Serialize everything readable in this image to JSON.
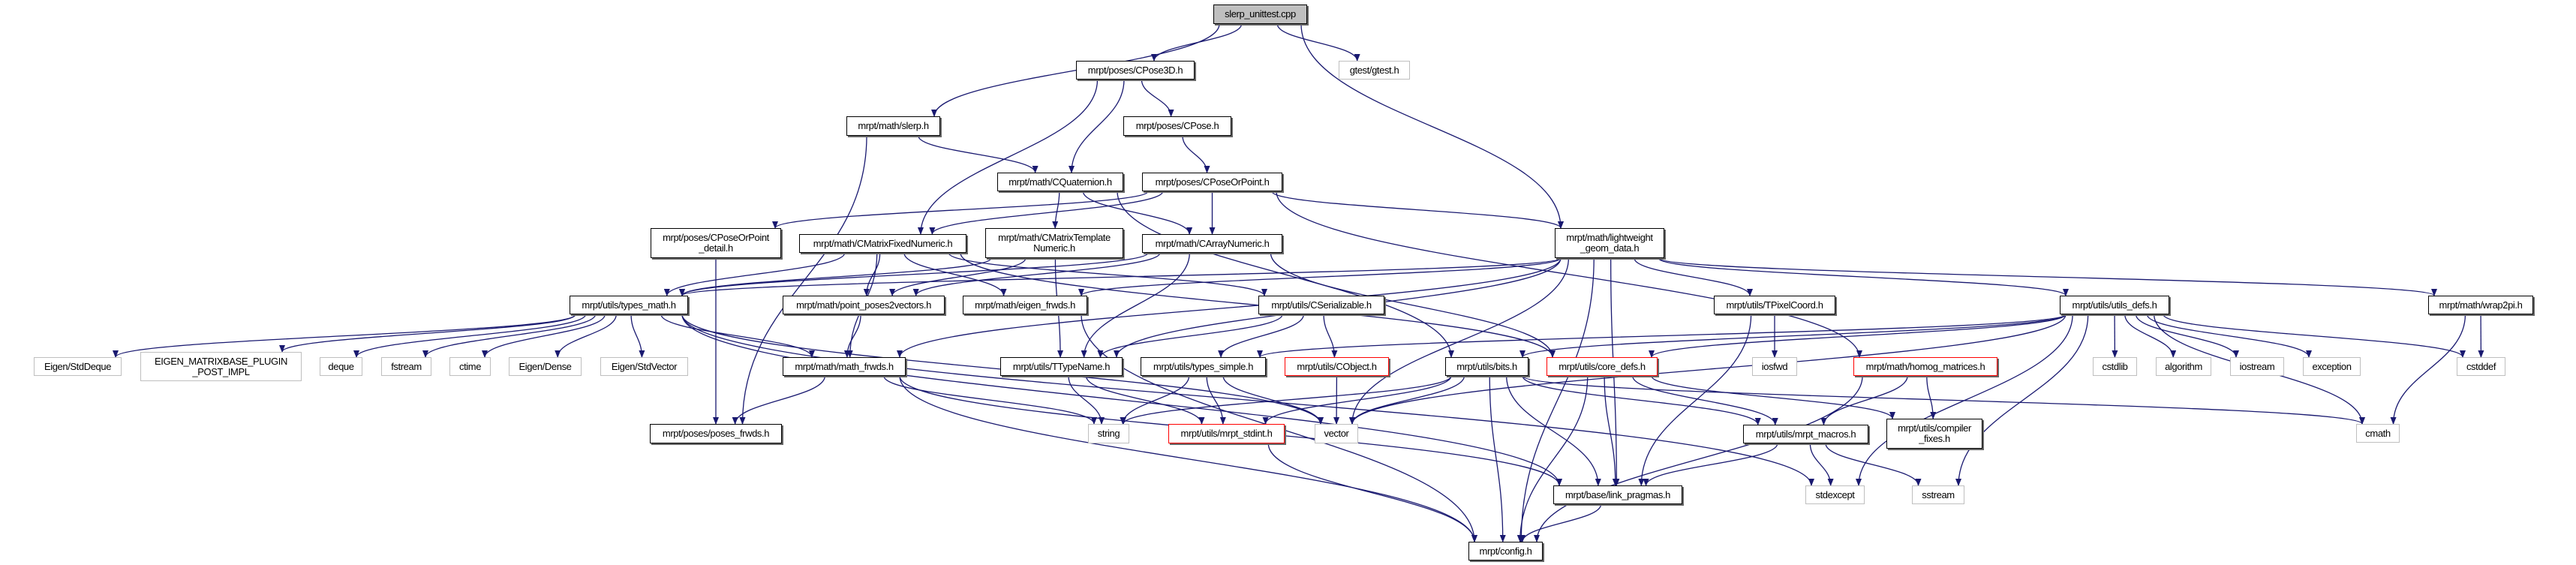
{
  "title": "slerp_unittest.cpp include dependency graph",
  "colors": {
    "edge": "#191970",
    "root_fill": "#bfbfbf",
    "external_border": "#bfbfbf",
    "missing_border": "#ff0000"
  },
  "nodes": [
    {
      "id": "root",
      "label": "slerp_unittest.cpp",
      "kind": "root"
    },
    {
      "id": "cpose3d",
      "label": "mrpt/poses/CPose3D.h",
      "kind": "normal"
    },
    {
      "id": "gtest",
      "label": "gtest/gtest.h",
      "kind": "external"
    },
    {
      "id": "slerp",
      "label": "mrpt/math/slerp.h",
      "kind": "normal"
    },
    {
      "id": "cpose",
      "label": "mrpt/poses/CPose.h",
      "kind": "normal"
    },
    {
      "id": "cquat",
      "label": "mrpt/math/CQuaternion.h",
      "kind": "normal"
    },
    {
      "id": "cposeorpoint",
      "label": "mrpt/poses/CPoseOrPoint.h",
      "kind": "normal"
    },
    {
      "id": "cpopdetail",
      "label": "mrpt/poses/CPoseOrPoint\n_detail.h",
      "kind": "normal"
    },
    {
      "id": "cmfixed",
      "label": "mrpt/math/CMatrixFixedNumeric.h",
      "kind": "normal"
    },
    {
      "id": "cmtemplate",
      "label": "mrpt/math/CMatrixTemplate\nNumeric.h",
      "kind": "normal"
    },
    {
      "id": "carray",
      "label": "mrpt/math/CArrayNumeric.h",
      "kind": "normal"
    },
    {
      "id": "lwgeom",
      "label": "mrpt/math/lightweight\n_geom_data.h",
      "kind": "normal"
    },
    {
      "id": "typesmath",
      "label": "mrpt/utils/types_math.h",
      "kind": "normal"
    },
    {
      "id": "pp2v",
      "label": "mrpt/math/point_poses2vectors.h",
      "kind": "normal"
    },
    {
      "id": "eigenfrwds",
      "label": "mrpt/math/eigen_frwds.h",
      "kind": "normal"
    },
    {
      "id": "cserial",
      "label": "mrpt/utils/CSerializable.h",
      "kind": "normal"
    },
    {
      "id": "tpixel",
      "label": "mrpt/utils/TPixelCoord.h",
      "kind": "normal"
    },
    {
      "id": "utilsdefs",
      "label": "mrpt/utils/utils_defs.h",
      "kind": "normal"
    },
    {
      "id": "wrap2pi",
      "label": "mrpt/math/wrap2pi.h",
      "kind": "normal"
    },
    {
      "id": "stddeque",
      "label": "Eigen/StdDeque",
      "kind": "external"
    },
    {
      "id": "eigenplugin",
      "label": "EIGEN_MATRIXBASE_PLUGIN\n_POST_IMPL",
      "kind": "external"
    },
    {
      "id": "deque",
      "label": "deque",
      "kind": "external"
    },
    {
      "id": "fstream",
      "label": "fstream",
      "kind": "external"
    },
    {
      "id": "ctime",
      "label": "ctime",
      "kind": "external"
    },
    {
      "id": "eigendense",
      "label": "Eigen/Dense",
      "kind": "external"
    },
    {
      "id": "stdvector",
      "label": "Eigen/StdVector",
      "kind": "external"
    },
    {
      "id": "mathfrwds",
      "label": "mrpt/math/math_frwds.h",
      "kind": "normal"
    },
    {
      "id": "ttypename",
      "label": "mrpt/utils/TTypeName.h",
      "kind": "normal"
    },
    {
      "id": "typessimple",
      "label": "mrpt/utils/types_simple.h",
      "kind": "normal"
    },
    {
      "id": "cobject",
      "label": "mrpt/utils/CObject.h",
      "kind": "missing"
    },
    {
      "id": "bits",
      "label": "mrpt/utils/bits.h",
      "kind": "normal"
    },
    {
      "id": "coredefs",
      "label": "mrpt/utils/core_defs.h",
      "kind": "missing"
    },
    {
      "id": "iosfwd",
      "label": "iosfwd",
      "kind": "external"
    },
    {
      "id": "homog",
      "label": "mrpt/math/homog_matrices.h",
      "kind": "missing"
    },
    {
      "id": "cstdlib",
      "label": "cstdlib",
      "kind": "external"
    },
    {
      "id": "algorithm",
      "label": "algorithm",
      "kind": "external"
    },
    {
      "id": "iostream",
      "label": "iostream",
      "kind": "external"
    },
    {
      "id": "exception",
      "label": "exception",
      "kind": "external"
    },
    {
      "id": "cstddef",
      "label": "cstddef",
      "kind": "external"
    },
    {
      "id": "posesfrwds",
      "label": "mrpt/poses/poses_frwds.h",
      "kind": "normal"
    },
    {
      "id": "string",
      "label": "string",
      "kind": "external"
    },
    {
      "id": "stdint",
      "label": "mrpt/utils/mrpt_stdint.h",
      "kind": "missing"
    },
    {
      "id": "vector",
      "label": "vector",
      "kind": "external"
    },
    {
      "id": "macros",
      "label": "mrpt/utils/mrpt_macros.h",
      "kind": "normal"
    },
    {
      "id": "compfixes",
      "label": "mrpt/utils/compiler\n_fixes.h",
      "kind": "normal"
    },
    {
      "id": "cmath",
      "label": "cmath",
      "kind": "external"
    },
    {
      "id": "linkpragmas",
      "label": "mrpt/base/link_pragmas.h",
      "kind": "normal"
    },
    {
      "id": "stdexcept",
      "label": "stdexcept",
      "kind": "external"
    },
    {
      "id": "sstream",
      "label": "sstream",
      "kind": "external"
    },
    {
      "id": "config",
      "label": "mrpt/config.h",
      "kind": "normal"
    }
  ],
  "edges": [
    [
      "root",
      "slerp"
    ],
    [
      "root",
      "cpose3d"
    ],
    [
      "root",
      "gtest"
    ],
    [
      "root",
      "lwgeom"
    ],
    [
      "slerp",
      "cquat"
    ],
    [
      "slerp",
      "posesfrwds"
    ],
    [
      "cpose3d",
      "cpose"
    ],
    [
      "cpose3d",
      "cquat"
    ],
    [
      "cpose3d",
      "cmfixed"
    ],
    [
      "cpose",
      "cposeorpoint"
    ],
    [
      "cquat",
      "cmtemplate"
    ],
    [
      "cquat",
      "carray"
    ],
    [
      "cquat",
      "bits"
    ],
    [
      "cposeorpoint",
      "cpopdetail"
    ],
    [
      "cposeorpoint",
      "cmfixed"
    ],
    [
      "cposeorpoint",
      "carray"
    ],
    [
      "cposeorpoint",
      "lwgeom"
    ],
    [
      "cposeorpoint",
      "homog"
    ],
    [
      "cpopdetail",
      "posesfrwds"
    ],
    [
      "cmfixed",
      "typesmath"
    ],
    [
      "cmfixed",
      "mathfrwds"
    ],
    [
      "cmfixed",
      "pp2v"
    ],
    [
      "cmfixed",
      "eigenfrwds"
    ],
    [
      "cmfixed",
      "cserial"
    ],
    [
      "cmfixed",
      "coredefs"
    ],
    [
      "cmtemplate",
      "typesmath"
    ],
    [
      "cmtemplate",
      "pp2v"
    ],
    [
      "cmtemplate",
      "ttypename"
    ],
    [
      "carray",
      "typesmath"
    ],
    [
      "carray",
      "pp2v"
    ],
    [
      "carray",
      "ttypename"
    ],
    [
      "carray",
      "coredefs"
    ],
    [
      "lwgeom",
      "typesmath"
    ],
    [
      "lwgeom",
      "eigenfrwds"
    ],
    [
      "lwgeom",
      "ttypename"
    ],
    [
      "lwgeom",
      "mathfrwds"
    ],
    [
      "lwgeom",
      "vector"
    ],
    [
      "lwgeom",
      "linkpragmas"
    ],
    [
      "lwgeom",
      "tpixel"
    ],
    [
      "lwgeom",
      "utilsdefs"
    ],
    [
      "lwgeom",
      "wrap2pi"
    ],
    [
      "lwgeom",
      "config"
    ],
    [
      "typesmath",
      "stddeque"
    ],
    [
      "typesmath",
      "eigenplugin"
    ],
    [
      "typesmath",
      "deque"
    ],
    [
      "typesmath",
      "fstream"
    ],
    [
      "typesmath",
      "ctime"
    ],
    [
      "typesmath",
      "eigendense"
    ],
    [
      "typesmath",
      "stdvector"
    ],
    [
      "typesmath",
      "mathfrwds"
    ],
    [
      "typesmath",
      "vector"
    ],
    [
      "typesmath",
      "stdexcept"
    ],
    [
      "typesmath",
      "linkpragmas"
    ],
    [
      "pp2v",
      "mathfrwds"
    ],
    [
      "eigenfrwds",
      "config"
    ],
    [
      "cserial",
      "ttypename"
    ],
    [
      "cserial",
      "typessimple"
    ],
    [
      "cserial",
      "cobject"
    ],
    [
      "mathfrwds",
      "posesfrwds"
    ],
    [
      "mathfrwds",
      "string"
    ],
    [
      "mathfrwds",
      "linkpragmas"
    ],
    [
      "mathfrwds",
      "config"
    ],
    [
      "ttypename",
      "string"
    ],
    [
      "ttypename",
      "stdint"
    ],
    [
      "typessimple",
      "string"
    ],
    [
      "typessimple",
      "stdint"
    ],
    [
      "typessimple",
      "vector"
    ],
    [
      "cobject",
      "vector"
    ],
    [
      "bits",
      "string"
    ],
    [
      "bits",
      "stdint"
    ],
    [
      "bits",
      "vector"
    ],
    [
      "bits",
      "linkpragmas"
    ],
    [
      "bits",
      "config"
    ],
    [
      "bits",
      "macros"
    ],
    [
      "bits",
      "cmath"
    ],
    [
      "coredefs",
      "config"
    ],
    [
      "coredefs",
      "linkpragmas"
    ],
    [
      "coredefs",
      "macros"
    ],
    [
      "coredefs",
      "compfixes"
    ],
    [
      "tpixel",
      "iosfwd"
    ],
    [
      "tpixel",
      "linkpragmas"
    ],
    [
      "utilsdefs",
      "cstdlib"
    ],
    [
      "utilsdefs",
      "algorithm"
    ],
    [
      "utilsdefs",
      "iostream"
    ],
    [
      "utilsdefs",
      "exception"
    ],
    [
      "utilsdefs",
      "cstddef"
    ],
    [
      "utilsdefs",
      "cmath"
    ],
    [
      "utilsdefs",
      "stdexcept"
    ],
    [
      "utilsdefs",
      "sstream"
    ],
    [
      "utilsdefs",
      "bits"
    ],
    [
      "utilsdefs",
      "coredefs"
    ],
    [
      "utilsdefs",
      "typessimple"
    ],
    [
      "utilsdefs",
      "vector"
    ],
    [
      "wrap2pi",
      "cstddef"
    ],
    [
      "wrap2pi",
      "cmath"
    ],
    [
      "homog",
      "macros"
    ],
    [
      "homog",
      "compfixes"
    ],
    [
      "homog",
      "config"
    ],
    [
      "macros",
      "linkpragmas"
    ],
    [
      "macros",
      "stdexcept"
    ],
    [
      "macros",
      "sstream"
    ],
    [
      "linkpragmas",
      "config"
    ],
    [
      "stdint",
      "config"
    ]
  ]
}
